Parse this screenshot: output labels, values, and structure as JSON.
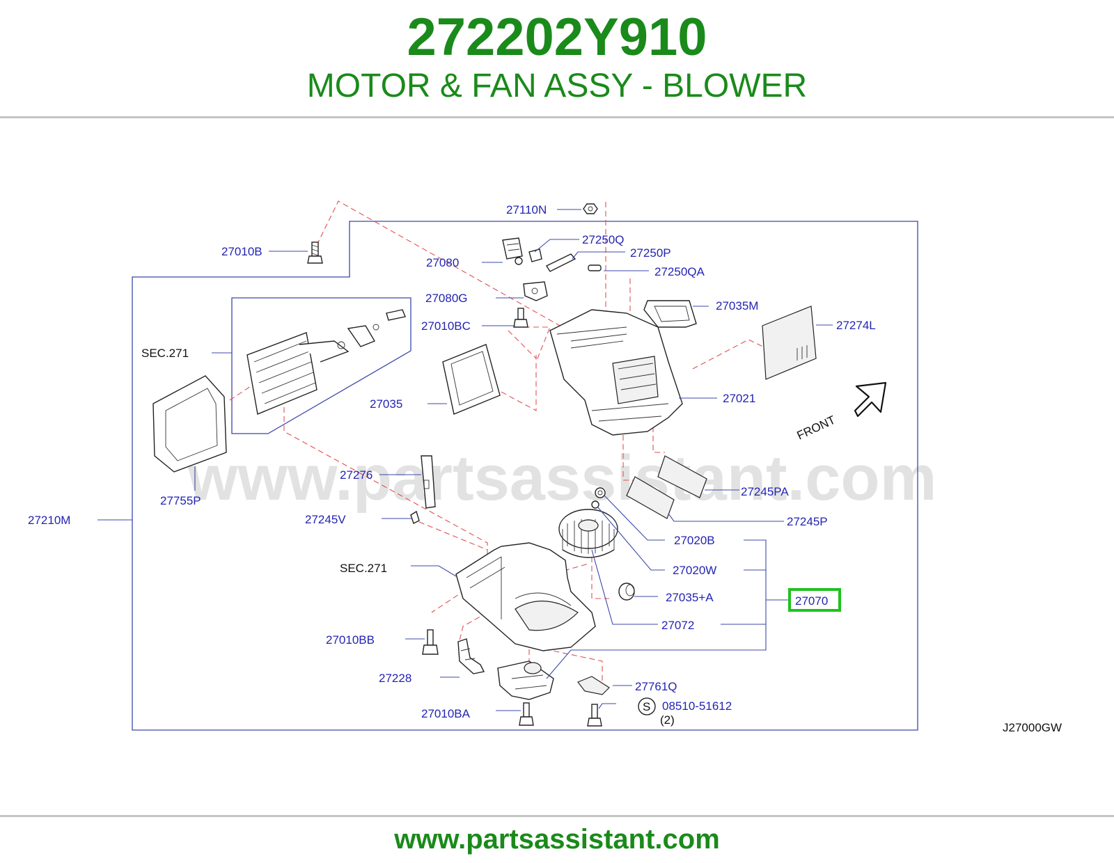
{
  "header": {
    "part_number": "272202Y910",
    "part_name": "MOTOR & FAN ASSY - BLOWER"
  },
  "diagram": {
    "code": "J27000GW",
    "front_label": "FRONT",
    "watermark": "www.partsassistant.com",
    "labels": {
      "p27110N": "27110N",
      "p27010B": "27010B",
      "p27250Q": "27250Q",
      "p27250P": "27250P",
      "p27080": "27080",
      "p27250QA": "27250QA",
      "p27080G": "27080G",
      "p27035M": "27035M",
      "p27010BC": "27010BC",
      "p27274L": "27274L",
      "sec271a": "SEC.271",
      "p27021": "27021",
      "p27035": "27035",
      "p27276": "27276",
      "p27245PA": "27245PA",
      "p27755P": "27755P",
      "p27245V": "27245V",
      "p27245P": "27245P",
      "p27210M": "27210M",
      "p27020B": "27020B",
      "sec271b": "SEC.271",
      "p27020W": "27020W",
      "p27035A": "27035+A",
      "p27070": "27070",
      "p27072": "27072",
      "p27010BB": "27010BB",
      "p27228": "27228",
      "p27761Q": "27761Q",
      "p08510": "08510-51612",
      "screw_marker": "S",
      "qty2": "(2)",
      "p27010BA": "27010BA"
    },
    "highlighted_part": "27070",
    "colors": {
      "title": "#1a8a1a",
      "label": "#2323b4",
      "leader": "#3b48a8",
      "dashed": "#e05050",
      "highlight": "#1ec21e"
    }
  },
  "footer": {
    "url": "www.partsassistant.com"
  }
}
